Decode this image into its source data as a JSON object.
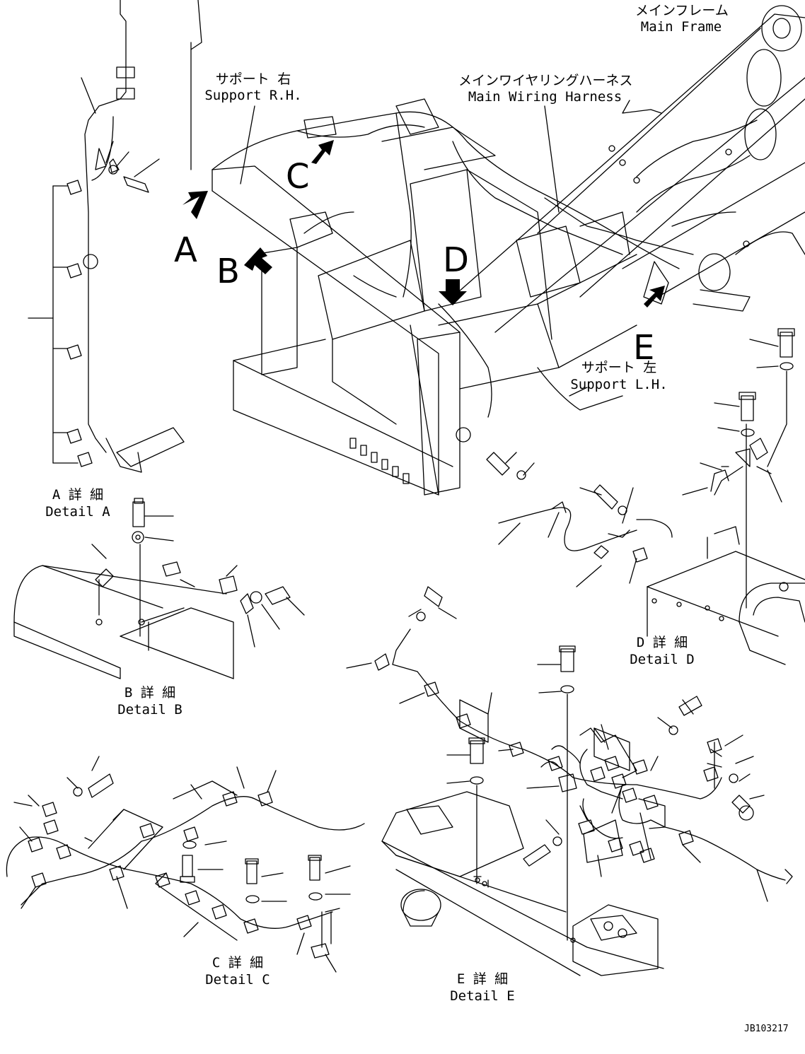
{
  "labels": {
    "main_frame_jp": "メインフレーム",
    "main_frame_en": "Main Frame",
    "harness_jp": "メインワイヤリングハーネス",
    "harness_en": "Main Wiring Harness",
    "support_rh_jp": "サポート 右",
    "support_rh_en": "Support R.H.",
    "support_lh_jp": "サポート 左",
    "support_lh_en": "Support L.H."
  },
  "view_letters": {
    "a": "A",
    "b": "B",
    "c": "C",
    "d": "D",
    "e": "E"
  },
  "details": {
    "a_jp": "A 詳 細",
    "a_en": "Detail A",
    "b_jp": "B 詳 細",
    "b_en": "Detail B",
    "c_jp": "C 詳 細",
    "c_en": "Detail C",
    "d_jp": "D 詳 細",
    "d_en": "Detail D",
    "e_jp": "E 詳 細",
    "e_en": "Detail E"
  },
  "drawing_code": "JB103217"
}
